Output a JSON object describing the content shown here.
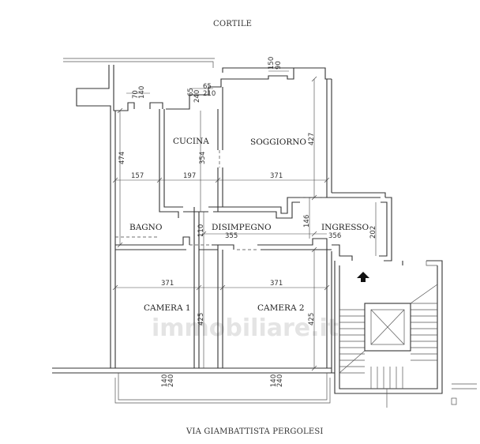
{
  "labels": {
    "courtyard": "CORTILE",
    "street": "VIA GIAMBATTISTA PERGOLESI"
  },
  "rooms": {
    "kitchen": "CUCINA",
    "living": "SOGGIORNO",
    "bathroom": "BAGNO",
    "hallway": "DISIMPEGNO",
    "entrance": "INGRESSO",
    "bedroom1": "CAMERA 1",
    "bedroom2": "CAMERA 2"
  },
  "watermark": "immobiliare.it",
  "dimensions": {
    "top_150": "150",
    "top_90": "90",
    "w_65": "65",
    "w_210": "210",
    "w_70": "70",
    "w_140_top": "140",
    "w_65b": "65",
    "w_240_top": "240",
    "h_474": "474",
    "h_354": "354",
    "h_427": "427",
    "w_157": "157",
    "w_197": "197",
    "w_371_top": "371",
    "h_110": "110",
    "h_146": "146",
    "h_202": "202",
    "w_355": "355",
    "w_356": "356",
    "w_371_l": "371",
    "w_371_r": "371",
    "h_425_l": "425",
    "h_425_r": "425",
    "b_140_l": "140",
    "b_240_l": "240",
    "b_140_r": "140",
    "b_240_r": "240"
  }
}
